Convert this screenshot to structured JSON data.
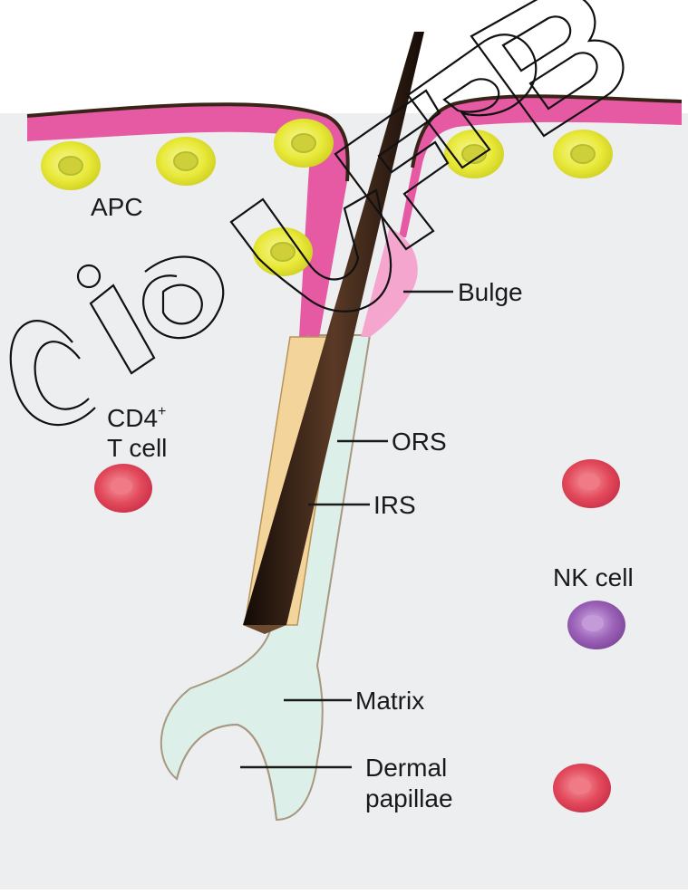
{
  "labels": {
    "apc": "APC",
    "cd4_line1": "CD4",
    "cd4_sup": "+",
    "cd4_line2": "T cell",
    "bulge": "Bulge",
    "ors": "ORS",
    "irs": "IRS",
    "nk_cell": "NK cell",
    "matrix": "Matrix",
    "dermal_line1": "Dermal",
    "dermal_line2": "papillae"
  },
  "watermark": "ciaUFPB",
  "colors": {
    "background": "#eceef0",
    "epidermis": "#e55aa3",
    "epidermis_light": "#f4a6cf",
    "surface_line": "#3a2418",
    "apc_cell": "#eaea3c",
    "apc_nucleus": "#b6bf2b",
    "t_cell": "#e0475a",
    "nk_cell": "#9b62b8",
    "follicle": "#dcefe9",
    "irs": "#f3d59b",
    "hair_shaft": "#2a1b12"
  }
}
